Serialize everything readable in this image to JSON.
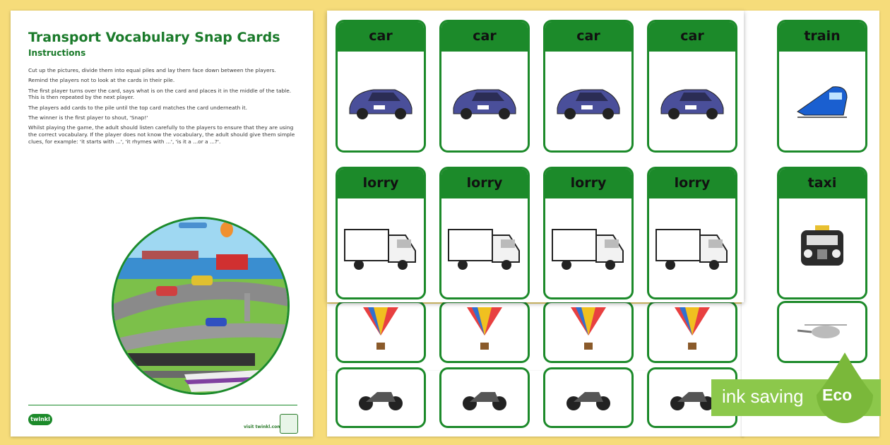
{
  "sheet": {
    "title": "Transport Vocabulary Snap Cards",
    "subtitle": "Instructions",
    "paragraphs": [
      "Cut up the pictures, divide them into equal piles and lay them face down between the players.",
      "Remind the players not to look at the cards in their pile.",
      "The first player turns over the card, says what is on the card and places it in the middle of the table. This is then repeated by the next player.",
      "The players add cards to the pile until the top card matches the card underneath it.",
      "The winner is the first player to shout, 'Snap!'",
      "Whilst playing the game, the adult should listen carefully to the players to ensure that they are using the correct vocabulary.  If the player does not know the vocabulary, the adult should give them simple clues, for example: 'it starts with ...', 'it rhymes with ...', 'is it a ...or a ...?'."
    ],
    "logo_text": "twinkl",
    "url": "visit twinkl.com"
  },
  "cards": {
    "row1": [
      "car",
      "car",
      "car",
      "car"
    ],
    "row2": [
      "lorry",
      "lorry",
      "lorry",
      "lorry"
    ],
    "side1": "train",
    "side2": "taxi"
  },
  "eco": {
    "text": "ink saving",
    "label": "Eco"
  },
  "colors": {
    "green": "#1c8a2a",
    "background": "#f6dc7a",
    "eco_green": "#8cc84b"
  }
}
